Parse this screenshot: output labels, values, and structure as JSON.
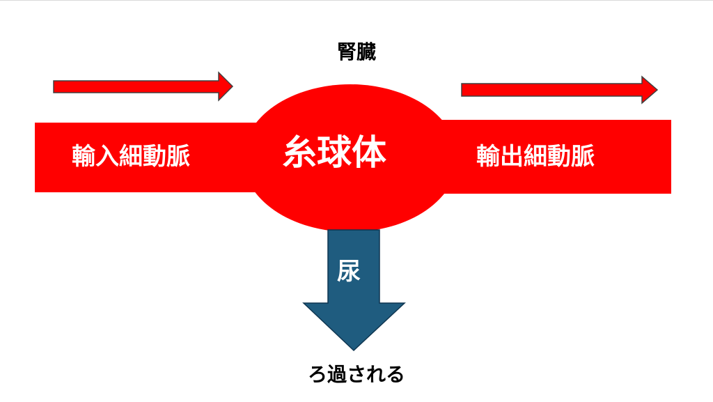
{
  "diagram": {
    "title": "腎臓",
    "afferent_label": "輸入細動脈",
    "glomerulus_label": "糸球体",
    "efferent_label": "輸出細動脈",
    "urine_label": "尿",
    "filtered_caption": "ろ過される"
  },
  "colors": {
    "vessel_red": "#ff0000",
    "arrow_dark_outline": "#404040",
    "urine_arrow_fill": "#1f5c7f",
    "urine_arrow_stroke": "#0e3550"
  },
  "icons": {
    "flow_arrows": "right-arrow",
    "urine_arrow": "down-arrow"
  }
}
